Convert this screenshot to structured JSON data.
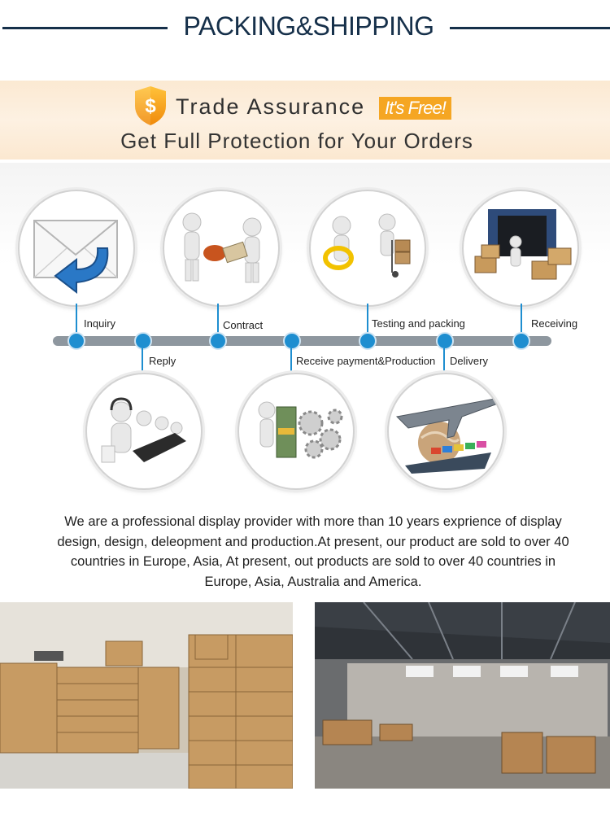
{
  "header": {
    "title": "PACKING&SHIPPING"
  },
  "banner": {
    "trade_assurance": "Trade Assurance",
    "free_badge": "It's Free!",
    "protection": "Get Full Protection for Your Orders",
    "shield_symbol": "$"
  },
  "steps": {
    "inquiry": "Inquiry",
    "contract": "Contract",
    "testing": "Testing and packing",
    "receiving": "Receiving",
    "reply": "Reply",
    "payment": "Receive payment&Production",
    "delivery": "Delivery"
  },
  "description": "We are a professional display provider with more than 10 years exprience of display design, design, deleopment and production.At present, our product are sold to over 40 countries in Europe, Asia, At present, out products are sold to over 40 countries in Europe, Asia, Australia and America.",
  "colors": {
    "navy": "#16304a",
    "accent_blue": "#1e8ed0",
    "badge_orange": "#f5a623"
  }
}
